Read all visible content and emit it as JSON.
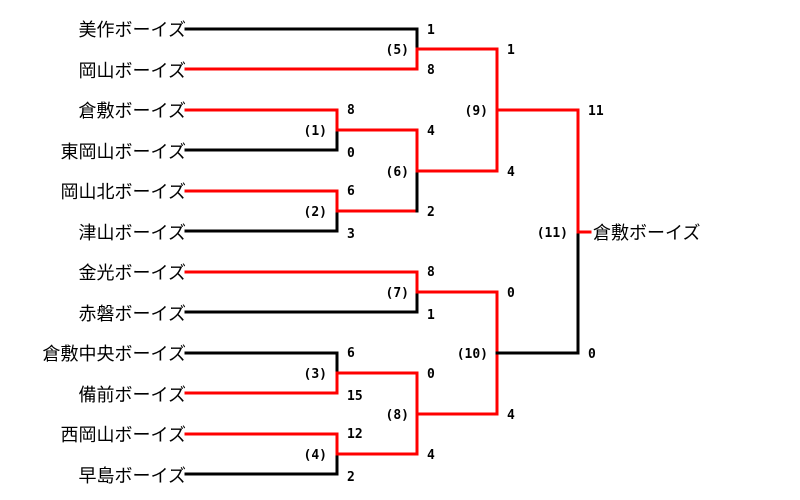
{
  "colors": {
    "win": "#ff0000",
    "lose": "#000000"
  },
  "teams": [
    {
      "name": "美作ボーイズ"
    },
    {
      "name": "岡山ボーイズ"
    },
    {
      "name": "倉敷ボーイズ"
    },
    {
      "name": "東岡山ボーイズ"
    },
    {
      "name": "岡山北ボーイズ"
    },
    {
      "name": "津山ボーイズ"
    },
    {
      "name": "金光ボーイズ"
    },
    {
      "name": "赤磐ボーイズ"
    },
    {
      "name": "倉敷中央ボーイズ"
    },
    {
      "name": "備前ボーイズ"
    },
    {
      "name": "西岡山ボーイズ"
    },
    {
      "name": "早島ボーイズ"
    }
  ],
  "games": {
    "g1": {
      "label": "(1)",
      "top_score": "8",
      "bottom_score": "0",
      "winner": "top"
    },
    "g2": {
      "label": "(2)",
      "top_score": "6",
      "bottom_score": "3",
      "winner": "top"
    },
    "g3": {
      "label": "(3)",
      "top_score": "6",
      "bottom_score": "15",
      "winner": "bottom"
    },
    "g4": {
      "label": "(4)",
      "top_score": "12",
      "bottom_score": "2",
      "winner": "top"
    },
    "g5": {
      "label": "(5)",
      "top_score": "1",
      "bottom_score": "8",
      "winner": "bottom"
    },
    "g6": {
      "label": "(6)",
      "top_score": "4",
      "bottom_score": "2",
      "winner": "top"
    },
    "g7": {
      "label": "(7)",
      "top_score": "8",
      "bottom_score": "1",
      "winner": "top"
    },
    "g8": {
      "label": "(8)",
      "top_score": "0",
      "bottom_score": "4",
      "winner": "bottom"
    },
    "g9": {
      "label": "(9)",
      "top_score": "1",
      "bottom_score": "4",
      "winner": "bottom"
    },
    "g10": {
      "label": "(10)",
      "top_score": "0",
      "bottom_score": "4",
      "winner": "bottom"
    },
    "g11": {
      "label": "(11)",
      "top_score": "11",
      "bottom_score": "0",
      "winner": "top"
    }
  },
  "champion": "倉敷ボーイズ"
}
